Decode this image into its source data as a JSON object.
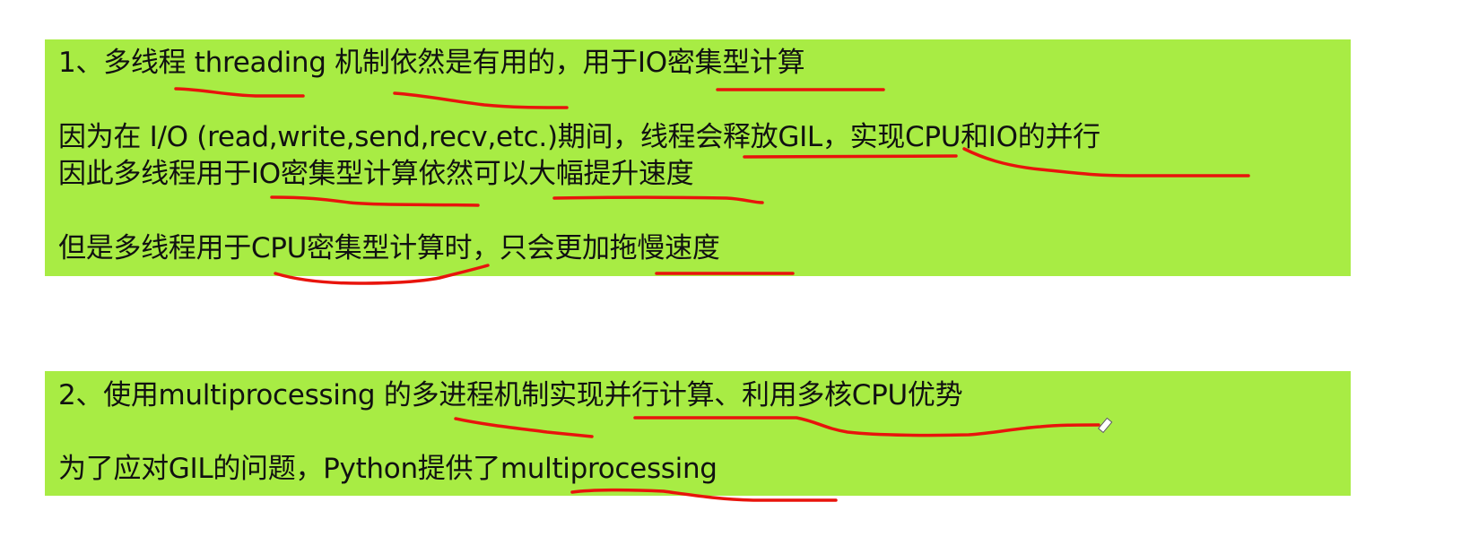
{
  "sections": [
    {
      "lines": [
        "1、多线程 threading 机制依然是有用的，用于IO密集型计算",
        "因为在 I/O (read,write,send,recv,etc.)期间，线程会释放GIL，实现CPU和IO的并行",
        "因此多线程用于IO密集型计算依然可以大幅提升速度",
        "但是多线程用于CPU密集型计算时，只会更加拖慢速度"
      ]
    },
    {
      "lines": [
        "2、使用multiprocessing 的多进程机制实现并行计算、利用多核CPU优势",
        "为了应对GIL的问题，Python提供了multiprocessing"
      ]
    }
  ],
  "colors": {
    "box_background": "#a8ec44",
    "annotation_stroke": "#e8140c",
    "text": "#111111"
  },
  "cursor": {
    "icon": "pen-cursor-icon"
  }
}
